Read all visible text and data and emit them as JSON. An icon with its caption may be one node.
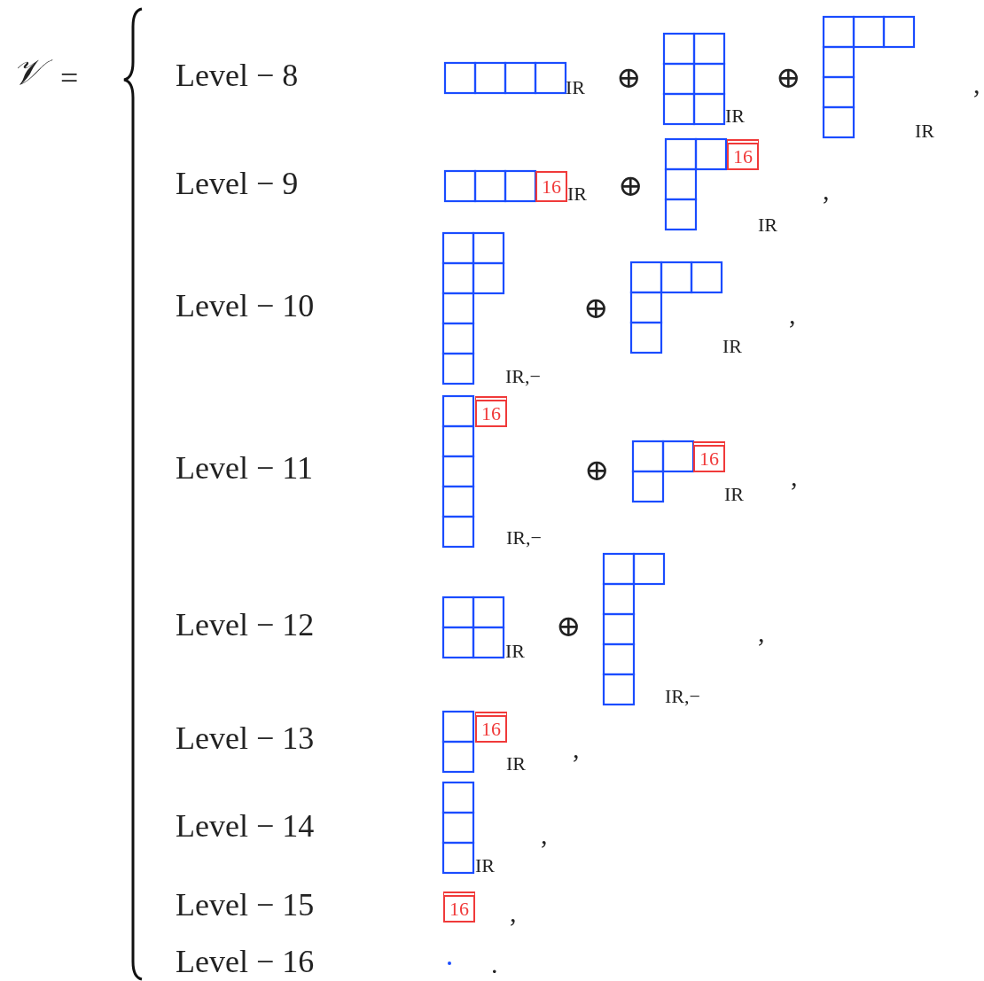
{
  "diagram": {
    "labels": [
      "𝒱",
      "=",
      "Level − 8",
      "IR",
      "⊕",
      "IR",
      "⊕",
      "IR",
      ",",
      "Level − 9",
      "16",
      "IR",
      "⊕",
      "16",
      "IR",
      ",",
      "Level − 10",
      "IR,−",
      "⊕",
      "IR",
      ",",
      "Level − 11",
      "16",
      "IR,−",
      "⊕",
      "16",
      "IR",
      ",",
      "Level − 12",
      "IR",
      "⊕",
      "IR,−",
      ",",
      "Level − 13",
      "16",
      "IR",
      ",",
      "Level − 14",
      "IR",
      ",",
      "Level − 15",
      "16",
      ",",
      "Level − 16",
      "."
    ]
  }
}
